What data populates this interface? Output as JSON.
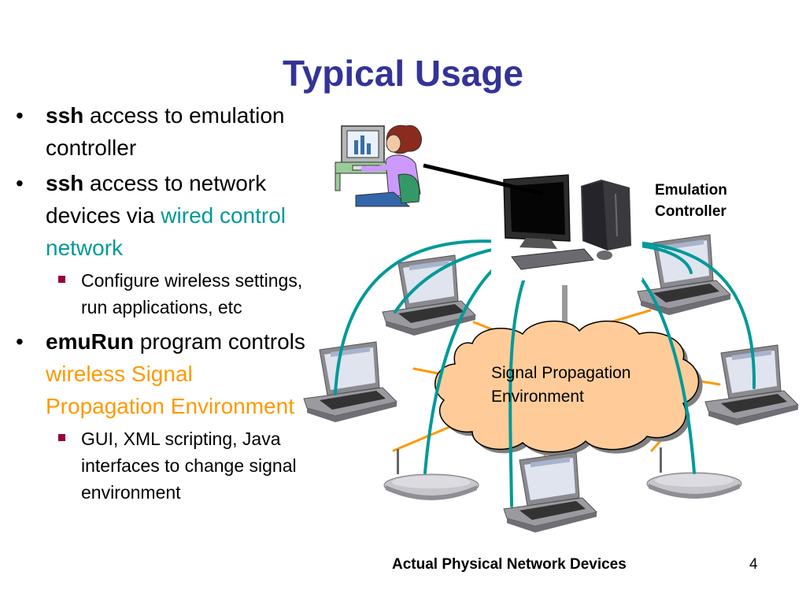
{
  "slide": {
    "title": "Typical Usage",
    "page_number": "4"
  },
  "bullets": {
    "b1": {
      "kw": "ssh",
      "text": " access to emulation controller"
    },
    "b2": {
      "kw": "ssh",
      "text": " access to network devices via ",
      "highlight": "wired control network"
    },
    "s1": "Configure wireless settings, run applications, etc",
    "b3": {
      "kw": "emuRun",
      "text": " program controls ",
      "highlight": "wireless Signal Propagation Environment"
    },
    "s2": "GUI, XML scripting, Java interfaces to change signal environment"
  },
  "diagram": {
    "controller_label_line1": "Emulation",
    "controller_label_line2": "Controller",
    "cloud_line1": "Signal Propagation",
    "cloud_line2": "Environment",
    "bottom_label": "Actual Physical Network Devices",
    "colors": {
      "title": "#333399",
      "wired": "#009999",
      "wireless": "#ff9900",
      "cloud_fill": "#ffcc99",
      "sub_bullet": "#990033"
    },
    "icons": [
      "user-at-computer-icon",
      "desktop-computer-icon",
      "laptop-icon",
      "wireless-router-icon",
      "cloud-shape"
    ]
  }
}
